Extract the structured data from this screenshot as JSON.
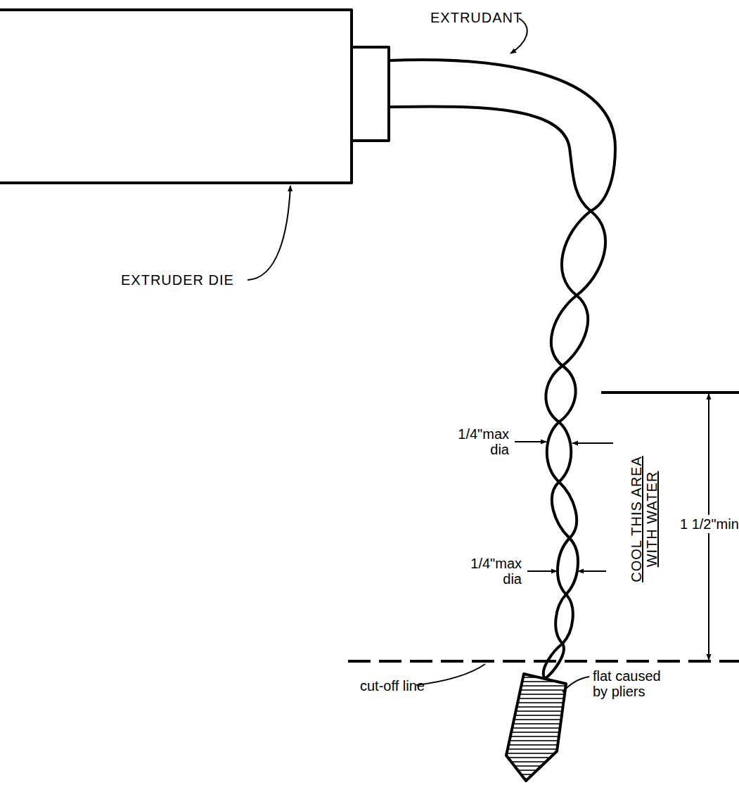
{
  "diagram": {
    "labels": [
      "EXTRUDANT",
      "EXTRUDER DIE",
      "1/4\"max dia",
      "1/4\"max dia",
      "COOL THIS AREA WITH WATER",
      "1 1/2\"min",
      "cut-off line",
      "flat caused by pliers"
    ]
  }
}
